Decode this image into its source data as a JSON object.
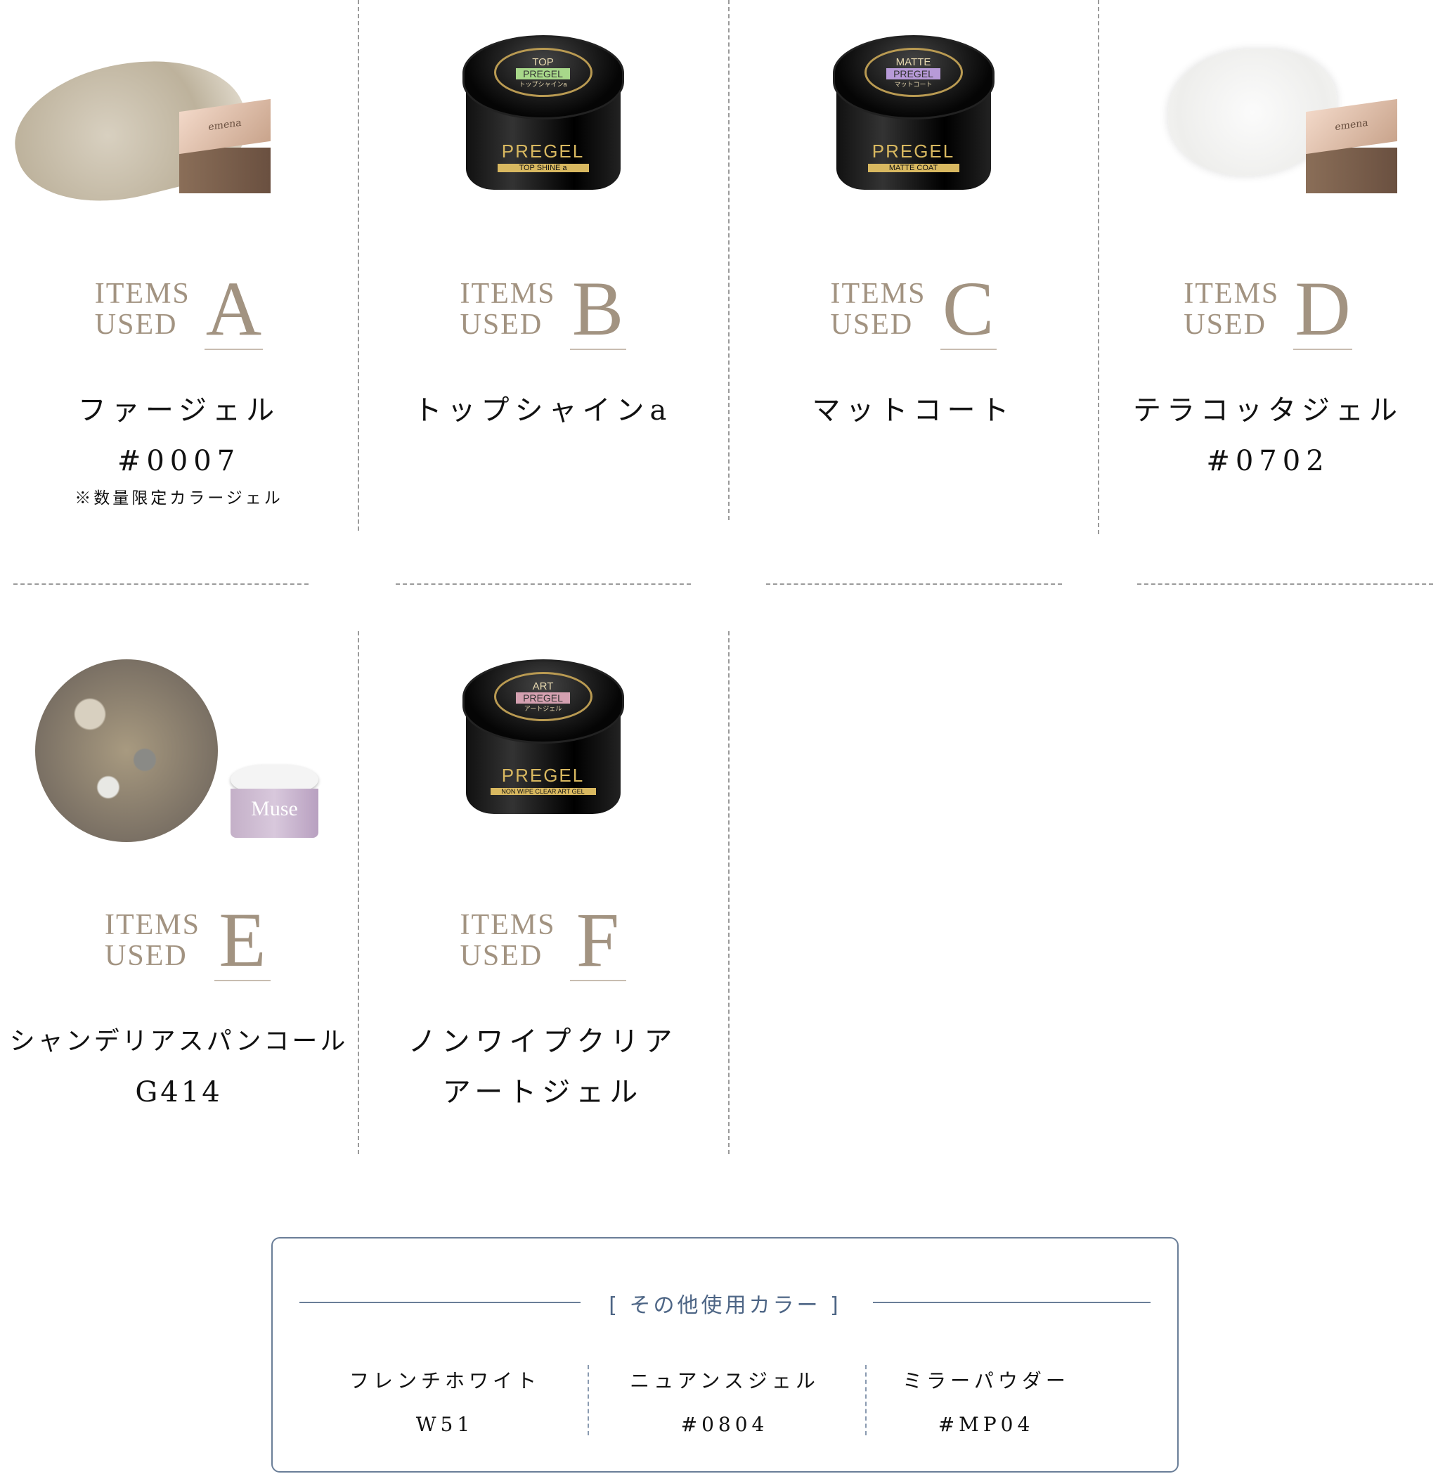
{
  "items": [
    {
      "heading_words": [
        "ITEMS",
        "USED"
      ],
      "letter": "A",
      "name": "ファージェル",
      "code": "#0007",
      "note": "※数量限定カラージェル",
      "image": "glitter-swatch-with-emena-jar",
      "jar_brand": "emena"
    },
    {
      "heading_words": [
        "ITEMS",
        "USED"
      ],
      "letter": "B",
      "name": "トップシャインa",
      "image": "pregel-jar",
      "lid_lines": [
        "TOP",
        "PREGEL",
        "トップシャインa"
      ],
      "brand": "PREGEL",
      "sub": "TOP SHINE a",
      "band_color": "#a8d88a"
    },
    {
      "heading_words": [
        "ITEMS",
        "USED"
      ],
      "letter": "C",
      "name": "マットコート",
      "image": "pregel-jar",
      "lid_lines": [
        "MATTE",
        "PREGEL",
        "マットコート"
      ],
      "brand": "PREGEL",
      "sub": "MATTE COAT",
      "band_color": "#b79ad8"
    },
    {
      "heading_words": [
        "ITEMS",
        "USED"
      ],
      "letter": "D",
      "name": "テラコッタジェル",
      "code": "#0702",
      "image": "white-swatch-with-emena-jar",
      "jar_brand": "emena"
    },
    {
      "heading_words": [
        "ITEMS",
        "USED"
      ],
      "letter": "E",
      "name": "シャンデリアスパンコール",
      "code": "G414",
      "image": "glitter-circle-with-muse-jar",
      "jar_brand": "Muse"
    },
    {
      "heading_words": [
        "ITEMS",
        "USED"
      ],
      "letter": "F",
      "name": "ノンワイプクリア",
      "code": "アートジェル",
      "image": "pregel-jar",
      "lid_lines": [
        "ART",
        "PREGEL",
        "アートジェル"
      ],
      "brand": "PREGEL",
      "sub": "NON WIPE CLEAR ART GEL",
      "band_color": "#d4a0b0"
    }
  ],
  "other_colors": {
    "title": "[ その他使用カラー ]",
    "items": [
      {
        "name": "フレンチホワイト",
        "code": "W51"
      },
      {
        "name": "ニュアンスジェル",
        "code": "#0804"
      },
      {
        "name": "ミラーパウダー",
        "code": "#MP04"
      }
    ]
  },
  "colors": {
    "heading": "#a29381",
    "box_border": "#6a7e98"
  }
}
